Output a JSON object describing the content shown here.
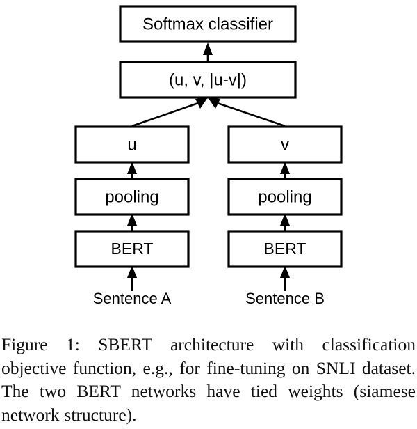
{
  "figure": {
    "nodes": [
      {
        "id": "softmax",
        "label": "Softmax classifier"
      },
      {
        "id": "concat",
        "label": "(u, v, |u-v|)"
      },
      {
        "id": "u",
        "label": "u"
      },
      {
        "id": "v",
        "label": "v"
      },
      {
        "id": "pooling-left",
        "label": "pooling"
      },
      {
        "id": "pooling-right",
        "label": "pooling"
      },
      {
        "id": "bert-left",
        "label": "BERT"
      },
      {
        "id": "bert-right",
        "label": "BERT"
      }
    ],
    "inputs": [
      {
        "id": "sentence-a",
        "label": "Sentence A"
      },
      {
        "id": "sentence-b",
        "label": "Sentence B"
      }
    ],
    "colors": {
      "stroke": "#000000",
      "fill": "#ffffff",
      "text": "#000000"
    }
  },
  "caption": {
    "text": "Figure 1: SBERT architecture with classification objective function, e.g., for fine-tuning on SNLI dataset. The two BERT networks have tied weights (siamese network structure)."
  }
}
